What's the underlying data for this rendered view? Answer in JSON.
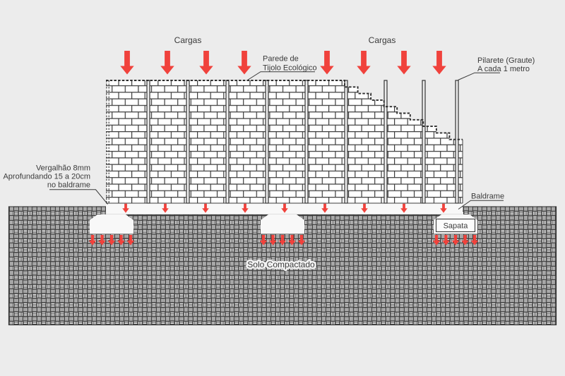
{
  "diagram": {
    "labels": {
      "cargas_left": "Cargas",
      "cargas_right": "Cargas",
      "parede_line1": "Parede de",
      "parede_line2": "Tijolo Ecológico",
      "pilarete_line1": "Pilarete (Graute)",
      "pilarete_line2": "A cada 1 metro",
      "vergalhao_line1": "Vergalhão 8mm",
      "vergalhao_line2": "Aprofundando 15 a 20cm",
      "vergalhao_line3": "no baldrame",
      "baldrame": "Baldrame",
      "sapata": "Sapata",
      "solo_compactado": "Solo Compactado"
    },
    "colors": {
      "background": "#ececec",
      "line_dark": "#3a3a3a",
      "arrow_red": "#f0423c",
      "surface_light": "#f8f8f8"
    },
    "elements": {
      "top_load_arrow_count": 8,
      "under_wall_arrow_count": 9,
      "footing_count": 3,
      "arrows_per_footing": 5,
      "pilaster_count": 10
    }
  }
}
